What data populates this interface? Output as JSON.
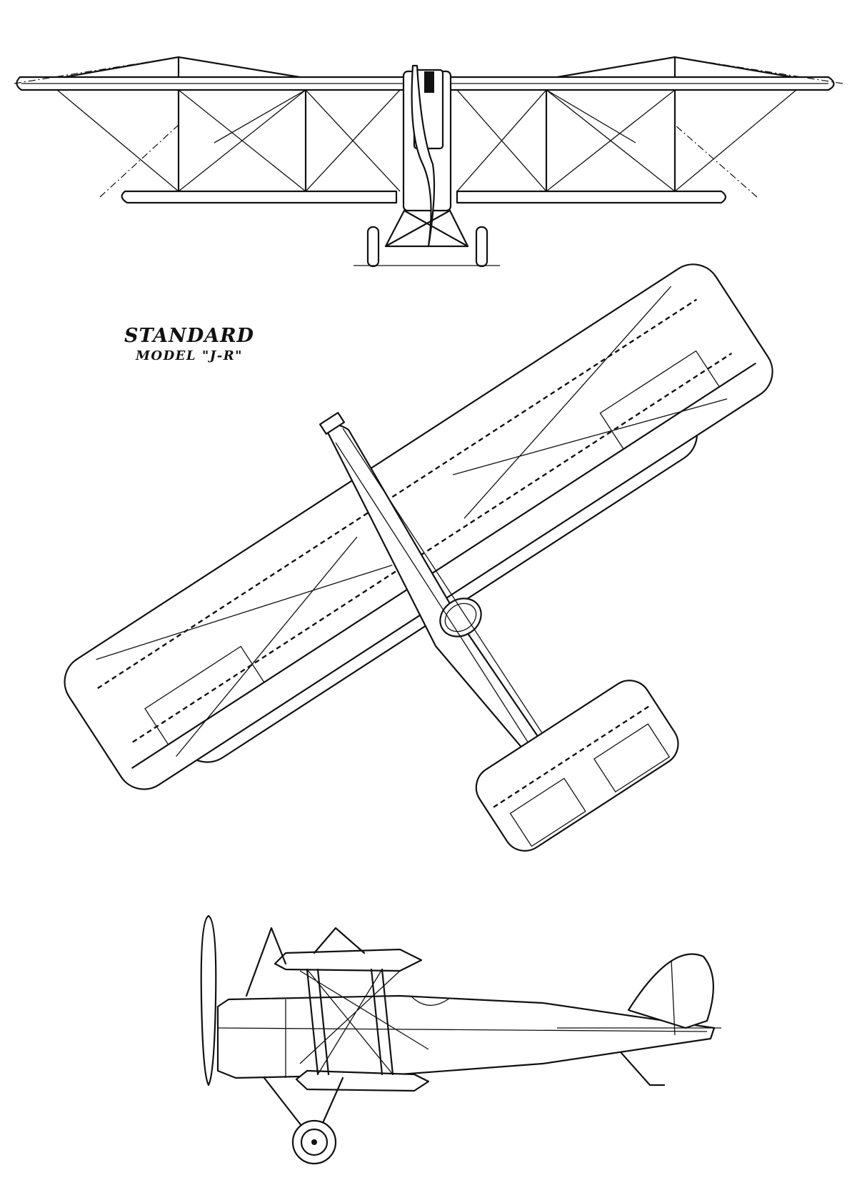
{
  "title": {
    "name": "STANDARD",
    "model": "MODEL \"J-R\""
  },
  "views": [
    "front-view",
    "plan-view",
    "side-view"
  ],
  "colors": {
    "ink": "#111111",
    "paper": "#ffffff"
  }
}
